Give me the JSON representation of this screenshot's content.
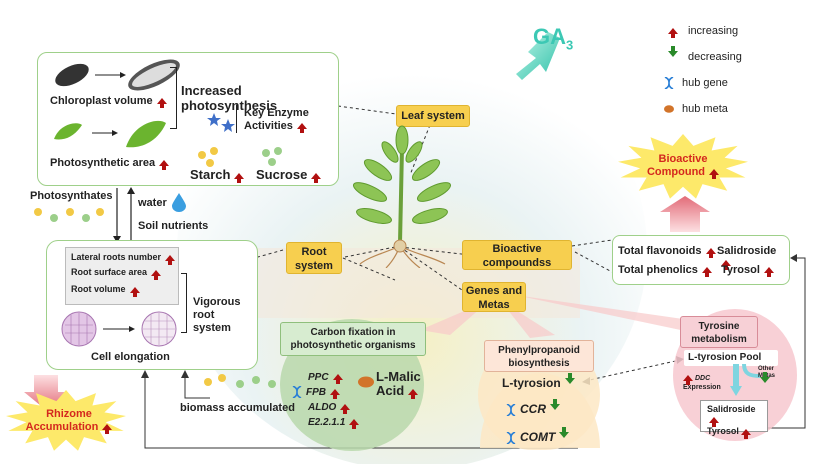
{
  "title": "GA3",
  "legend": {
    "increasing": "increasing",
    "decreasing": "decreasing",
    "hub_gene": "hub gene",
    "hub_meta": "hub meta"
  },
  "leaf_panel": {
    "chloroplast_volume": "Chloroplast volume",
    "increased_photosynthesis": "Increased photosynthesis",
    "key_enzyme_activities": "Key Enzyme Activities",
    "photosynthetic_area": "Photosynthetic area",
    "starch": "Starch",
    "sucrose": "Sucrose"
  },
  "leaf_system": "Leaf system",
  "photosynthates": "Photosynthates",
  "water": "water",
  "soil_nutrients": "Soil nutrients",
  "root_panel": {
    "lateral_roots_number": "Lateral roots number",
    "root_surface_area": "Root surface area",
    "root_volume": "Root volume",
    "vigorous_root_system": "Vigorous root system",
    "cell_elongation": "Cell elongation"
  },
  "root_system": "Root system",
  "rhizome_accumulation": "Rhizome Accumulation",
  "bioactive_compound": "Bioactive Compound",
  "bioactive_compounds": "Bioactive compoundss",
  "genes_and_metas": "Genes and Metas",
  "compounds_panel": {
    "total_flavonoids": "Total flavonoids",
    "salidroside": "Salidroside",
    "total_phenolics": "Total phenolics",
    "tyrosol": "Tyrosol"
  },
  "carbon_fixation": {
    "title": "Carbon fixation in photosynthetic organisms",
    "ppc": "PPC",
    "fpb": "FPB",
    "aldo": "ALDO",
    "e22": "E2.2.1.1",
    "l_malic_acid": "L-Malic Acid"
  },
  "biomass_accumulated": "biomass accumulated",
  "phenylpropanoid": {
    "title": "Phenylpropanoid biosynthesis",
    "l_tyrosion": "L-tyrosion",
    "ccr": "CCR",
    "comt": "COMT"
  },
  "tyrosine": {
    "title": "Tyrosine metabolism",
    "pool": "L-tyrosion Pool",
    "ddc": "DDC",
    "expression": "Expression",
    "other_metas": "Other Metas",
    "salidroside": "Salidroside",
    "tyrosol": "Tyrosol"
  },
  "colors": {
    "increase": "#b11010",
    "decrease": "#2a8a2a",
    "yellow_label": "#f7cf4f",
    "teal_arrow": "#3cc8b4",
    "burst": "#fde96a",
    "burst_text": "#d4281e"
  }
}
